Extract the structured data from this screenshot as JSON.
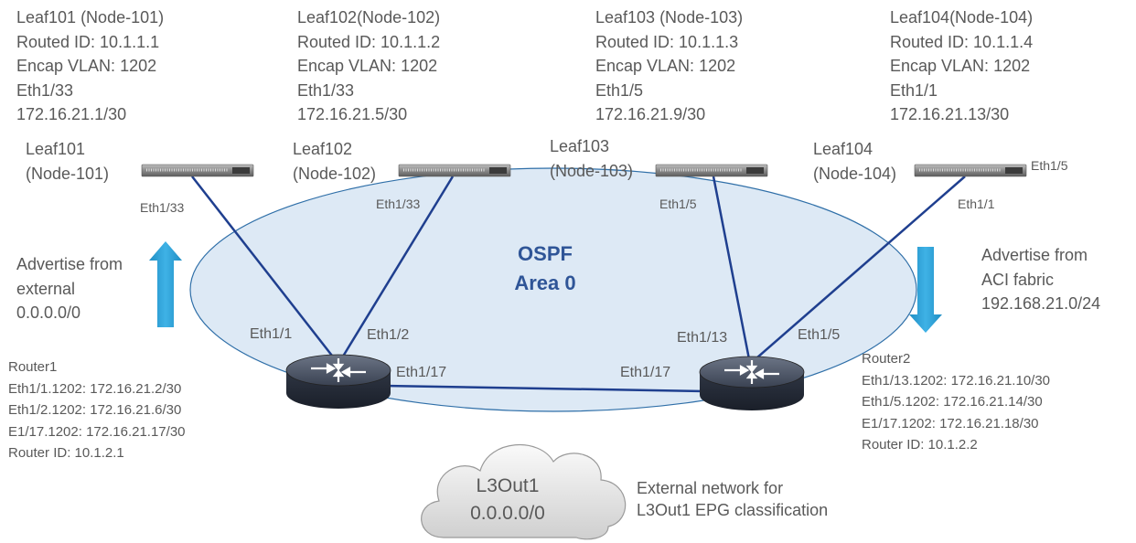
{
  "leaf_info": [
    {
      "name": "Leaf101 (Node-101)",
      "router_id": "Routed ID: 10.1.1.1",
      "encap": "Encap VLAN: 1202",
      "interface": "Eth1/33",
      "ip": "172.16.21.1/30"
    },
    {
      "name": "Leaf102(Node-102)",
      "router_id": "Routed ID: 10.1.1.2",
      "encap": "Encap VLAN: 1202",
      "interface": "Eth1/33",
      "ip": "172.16.21.5/30"
    },
    {
      "name": "Leaf103 (Node-103)",
      "router_id": "Routed ID: 10.1.1.3",
      "encap": "Encap VLAN: 1202",
      "interface": "Eth1/5",
      "ip": "172.16.21.9/30"
    },
    {
      "name": "Leaf104(Node-104)",
      "router_id": "Routed ID: 10.1.1.4",
      "encap": "Encap VLAN: 1202",
      "interface": "Eth1/1",
      "ip": "172.16.21.13/30"
    }
  ],
  "leaf_labels": [
    {
      "line1": "Leaf101",
      "line2": "(Node-101)"
    },
    {
      "line1": "Leaf102",
      "line2": "(Node-102)"
    },
    {
      "line1": "Leaf103",
      "line2": "(Node-103)"
    },
    {
      "line1": "Leaf104",
      "line2": "(Node-104)"
    }
  ],
  "leaf_ports": [
    "Eth1/33",
    "Eth1/33",
    "Eth1/5",
    "Eth1/1"
  ],
  "leaf104_side_port": "Eth1/5",
  "ospf": {
    "line1": "OSPF",
    "line2": "Area 0",
    "fill": "#dde9f5",
    "stroke": "#2f6fa8"
  },
  "router_ports": {
    "r1_a": "Eth1/1",
    "r1_b": "Eth1/2",
    "r1_c": "Eth1/17",
    "r2_a": "Eth1/13",
    "r2_b": "Eth1/5",
    "r2_c": "Eth1/17"
  },
  "advertise_left": [
    "Advertise from",
    "external",
    "0.0.0.0/0"
  ],
  "advertise_right": [
    "Advertise from",
    "ACI fabric",
    "192.168.21.0/24"
  ],
  "arrow_color": "#29a3d8",
  "router1": [
    "Router1",
    "Eth1/1.1202: 172.16.21.2/30",
    "Eth1/2.1202: 172.16.21.6/30",
    "E1/17.1202: 172.16.21.17/30",
    "Router ID: 10.1.2.1"
  ],
  "router2": [
    "Router2",
    "Eth1/13.1202: 172.16.21.10/30",
    "Eth1/5.1202: 172.16.21.14/30",
    "E1/17.1202: 172.16.21.18/30",
    "Router ID: 10.1.2.2"
  ],
  "cloud": {
    "line1": "L3Out1",
    "line2": "0.0.0.0/0"
  },
  "external_note": [
    "External network for",
    "L3Out1 EPG classification"
  ],
  "link_color": "#1f3f8f"
}
